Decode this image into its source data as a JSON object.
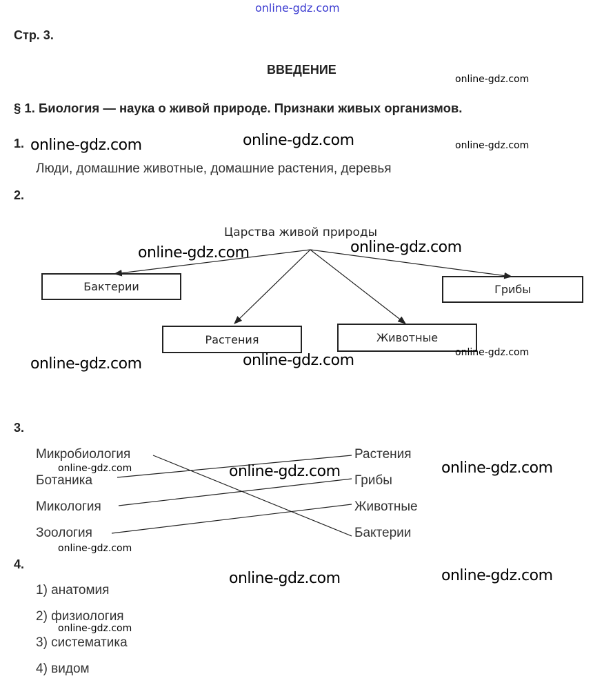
{
  "watermark": "online-gdz.com",
  "top_watermark": "online-gdz.com",
  "page_label": "Стр. 3.",
  "chapter_title": "ВВЕДЕНИЕ",
  "section_title": "§ 1. Биология — наука о живой природе. Признаки живых организмов.",
  "task1": {
    "number": "1.",
    "answer": "Люди, домашние животные, домашние растения, деревья"
  },
  "task2": {
    "number": "2.",
    "root": "Царства живой природы",
    "kingdoms": [
      "Бактерии",
      "Грибы",
      "Растения",
      "Животные"
    ]
  },
  "task3": {
    "number": "3.",
    "left": [
      "Микробиология",
      "Ботаника",
      "Микология",
      "Зоология"
    ],
    "right": [
      "Растения",
      "Грибы",
      "Животные",
      "Бактерии"
    ]
  },
  "task4": {
    "number": "4.",
    "items": [
      "1) анатомия",
      "2) физиология",
      "3) систематика",
      "4) видом"
    ]
  }
}
